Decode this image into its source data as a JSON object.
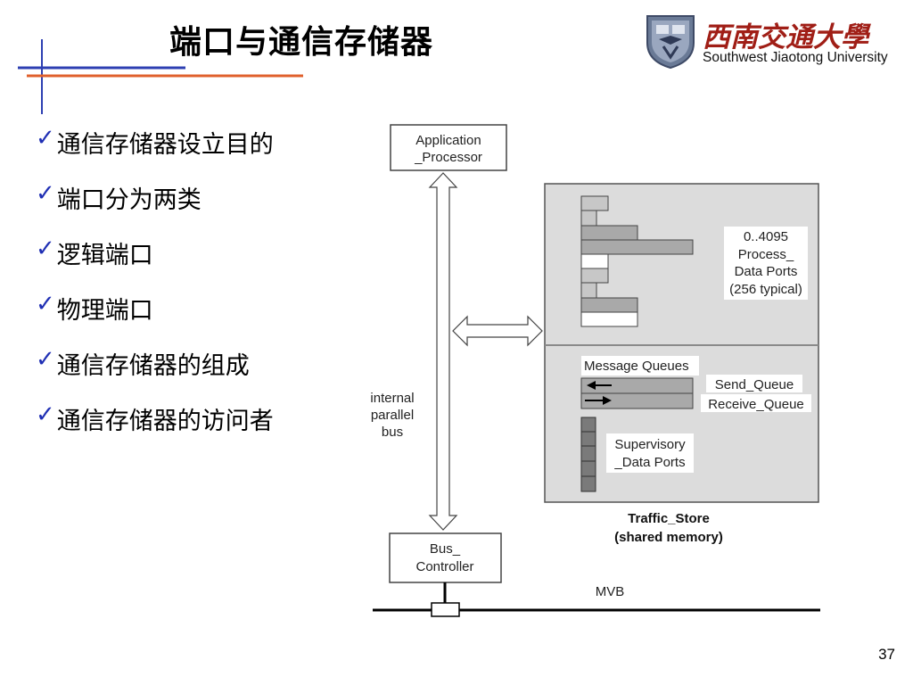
{
  "header": {
    "title": "端口与通信存储器",
    "logo": {
      "script_text": "西南交通大學",
      "english_name": "Southwest Jiaotong University",
      "emblem_icon": "university-emblem-icon"
    }
  },
  "bullets": [
    {
      "text": "通信存储器设立目的"
    },
    {
      "text": "端口分为两类"
    },
    {
      "text": "逻辑端口"
    },
    {
      "text": "物理端口"
    },
    {
      "text": "通信存储器的组成"
    },
    {
      "text": "通信存储器的访问者"
    }
  ],
  "diagram": {
    "app_processor": {
      "line1": "Application",
      "line2": "_Processor"
    },
    "bus_controller": {
      "line1": "Bus_",
      "line2": "Controller"
    },
    "internal_bus": {
      "line1": "internal",
      "line2": "parallel",
      "line3": "bus"
    },
    "process_ports": {
      "line1": "0..4095",
      "line2": "Process_",
      "line3": "Data Ports",
      "line4": "(256 typical)"
    },
    "message_queues": "Message Queues",
    "send_queue": "Send_Queue",
    "receive_queue": "Receive_Queue",
    "supervisory": {
      "line1": "Supervisory",
      "line2": "_Data Ports"
    },
    "traffic_store": {
      "line1": "Traffic_Store",
      "line2": "(shared memory)"
    },
    "mvb": "MVB",
    "colors": {
      "store_fill": "#dcdcdc",
      "port_fill": "#a9a9a9",
      "divider": "#8a8a8a"
    }
  },
  "page_number": "37"
}
